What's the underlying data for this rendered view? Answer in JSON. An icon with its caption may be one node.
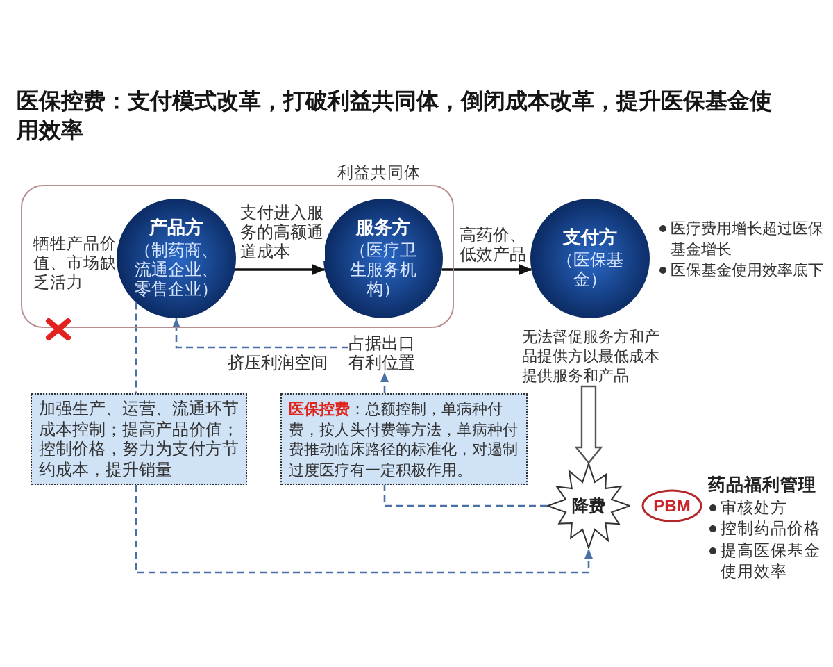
{
  "diagram": {
    "title": "医保控费：支付模式改革，打破利益共同体，倒闭成本改革，提升医保基金使用效率",
    "nodes": [
      {
        "text": [
          "利益共同体"
        ]
      },
      {
        "text": [
          "产品方",
          "（制药商、流通企业、零售企业）"
        ],
        "in": 0,
        "beside": [
          "牺牲产品价值、市场缺乏活力"
        ]
      },
      {
        "text": [
          "服务方",
          "（医疗卫生服务机构）"
        ],
        "in": 0
      },
      {
        "text": [
          "支付方",
          "（医保基金）"
        ],
        "beside": [
          "医疗费用增长超过医保基金增长",
          "医保基金使用效率底下"
        ]
      },
      {
        "text": [
          "无法督促服务方和产品提供方以最低成本提供服务和产品"
        ]
      },
      {
        "text": [
          "占据出口有利位置"
        ]
      },
      {
        "text": [
          "加强生产、运营、流通环节成本控制；提高产品价值；控制价格，努力为支付方节约成本，提升销量"
        ]
      },
      {
        "text": [
          "**医保控费**：总额控制，单病种付费，按人头付费等方法，单病种付费推动临床路径的标准化，对遏制过度医疗有一定积极作用。"
        ]
      },
      {
        "text": [
          "降费"
        ]
      },
      {
        "text": [
          "PBM"
        ],
        "beside": [
          "药品福利管理",
          "审核处方",
          "控制药品价格",
          "提高医保基金使用效率"
        ]
      }
    ],
    "edges": [
      {
        "from": 1,
        "to": 2,
        "arrow": "to",
        "label": "支付进入服务的高额通道成本",
        "color": "#111111"
      },
      {
        "from": 2,
        "to": 3,
        "arrow": "to",
        "label": "高药价、低效产品",
        "color": "#111111"
      },
      {
        "from": 4,
        "to": 8,
        "arrow": "to",
        "style": "thick",
        "color": "#555555"
      },
      {
        "from": 5,
        "to": 1,
        "arrow": "to",
        "label": "挤压利润空间",
        "style": "dashed"
      },
      {
        "from": 7,
        "to": 5,
        "arrow": "to",
        "style": "dashed"
      },
      {
        "from": 8,
        "to": 7,
        "arrow": "none",
        "style": "dashed"
      },
      {
        "from": 1,
        "to": 6,
        "arrow": "none",
        "style": "dashed"
      },
      {
        "from": 6,
        "to": 8,
        "arrow": "to",
        "style": "dashed"
      }
    ]
  }
}
